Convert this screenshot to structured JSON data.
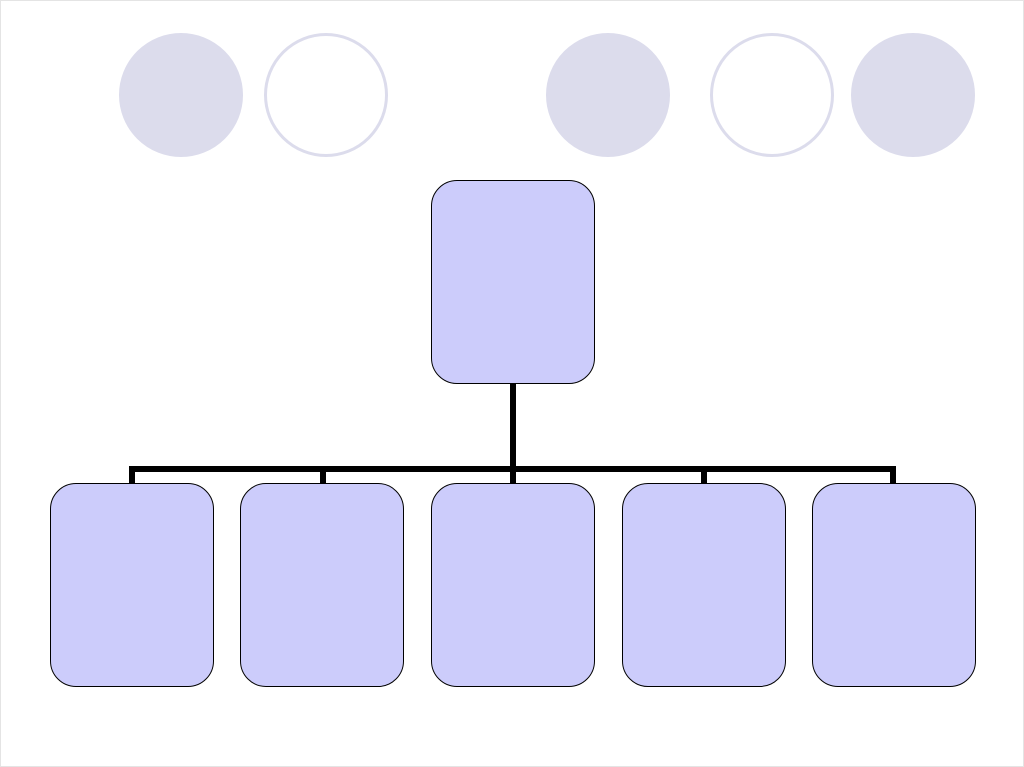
{
  "colors": {
    "node_fill": "#ccccfb",
    "node_border": "#000000",
    "circle_fill": "#dcdcec",
    "circle_outline": "#dcdcec",
    "connector": "#000000",
    "background": "#ffffff"
  },
  "decor_circles": [
    {
      "style": "filled"
    },
    {
      "style": "outline"
    },
    {
      "style": "filled"
    },
    {
      "style": "outline"
    },
    {
      "style": "filled"
    }
  ],
  "org_chart": {
    "root": {
      "label": ""
    },
    "children": [
      {
        "label": ""
      },
      {
        "label": ""
      },
      {
        "label": ""
      },
      {
        "label": ""
      },
      {
        "label": ""
      }
    ]
  }
}
